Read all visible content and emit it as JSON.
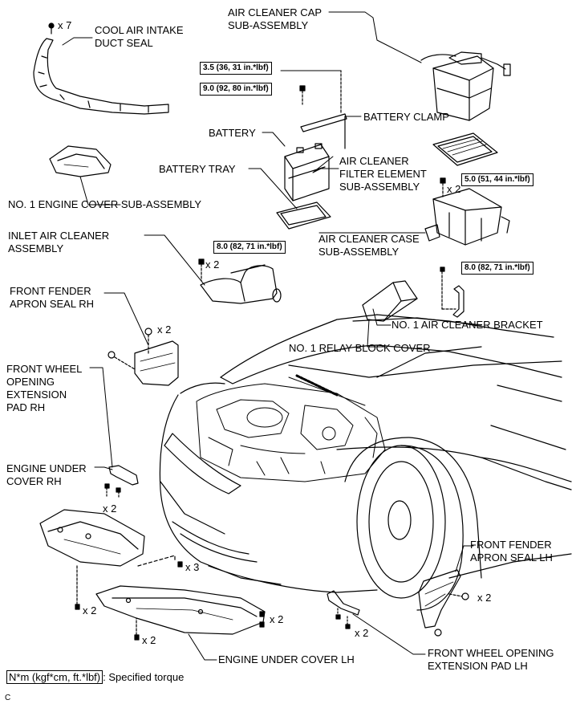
{
  "labels": {
    "cool_air_intake_duct_seal": [
      "COOL AIR INTAKE",
      "DUCT SEAL"
    ],
    "air_cleaner_cap": [
      "AIR CLEANER CAP",
      "SUB-ASSEMBLY"
    ],
    "battery_clamp": "BATTERY CLAMP",
    "battery": "BATTERY",
    "air_cleaner_filter": [
      "AIR CLEANER",
      "FILTER ELEMENT",
      "SUB-ASSEMBLY"
    ],
    "battery_tray": "BATTERY TRAY",
    "no1_engine_cover": "NO. 1 ENGINE COVER SUB-ASSEMBLY",
    "air_cleaner_case": [
      "AIR CLEANER CASE",
      "SUB-ASSEMBLY"
    ],
    "inlet_air_cleaner": [
      "INLET AIR CLEANER",
      "ASSEMBLY"
    ],
    "front_fender_apron_seal_rh": [
      "FRONT FENDER",
      "APRON SEAL RH"
    ],
    "no1_air_cleaner_bracket": "NO. 1 AIR CLEANER BRACKET",
    "no1_relay_block_cover": "NO. 1 RELAY BLOCK COVER",
    "front_wheel_opening_pad_rh": [
      "FRONT WHEEL",
      "OPENING",
      "EXTENSION",
      "PAD RH"
    ],
    "engine_under_cover_rh": [
      "ENGINE UNDER",
      "COVER RH"
    ],
    "front_fender_apron_seal_lh": [
      "FRONT FENDER",
      "APRON SEAL LH"
    ],
    "front_wheel_opening_pad_lh": [
      "FRONT WHEEL OPENING",
      "EXTENSION PAD LH"
    ],
    "engine_under_cover_lh": "ENGINE UNDER COVER LH"
  },
  "torques": {
    "battery_clamp_upper": "3.5 (36, 31 in.*lbf)",
    "battery_clamp_lower": "9.0 (92, 80 in.*lbf)",
    "air_cleaner_case": "5.0 (51, 44 in.*lbf)",
    "inlet_air_cleaner": "8.0 (82, 71 in.*lbf)",
    "air_cleaner_bracket": "8.0 (82, 71 in.*lbf)"
  },
  "quantities": {
    "duct_seal_clips": "x 7",
    "case_bolts": "x 2",
    "inlet_bolts": "x 2",
    "apron_rh_clips": "x 2",
    "pad_rh_clips": "x 2",
    "under_cover_rh_center": "x 3",
    "under_cover_rh_left": "x 2",
    "under_cover_lh_right": "x 2",
    "under_cover_lh_bottom": "x 2",
    "pad_lh_clips": "x 2",
    "apron_lh_clips": "x 2"
  },
  "legend": {
    "box_text": "N*m (kgf*cm, ft.*lbf)",
    "text": ": Specified torque"
  },
  "footer_code": "C"
}
